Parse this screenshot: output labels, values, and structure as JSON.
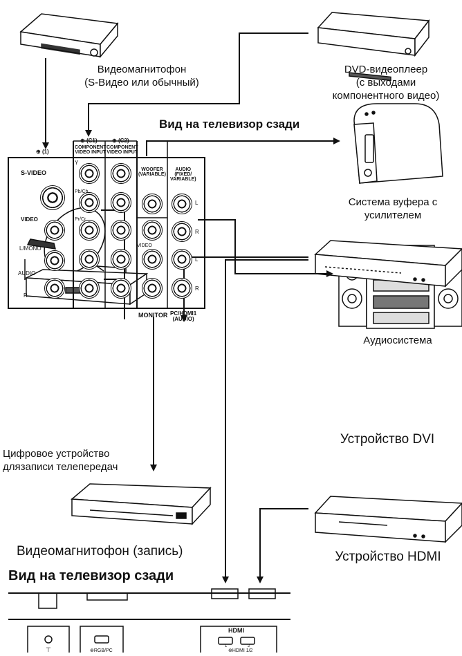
{
  "titles": {
    "rear_view_top": "Вид на телевизор сзади",
    "rear_view_bottom": "Вид на телевизор сзади"
  },
  "devices": {
    "vcr_top": {
      "line1": "Видеомагнитофон",
      "line2": "(S-Видео или обычный)"
    },
    "dvd": {
      "line1": "DVD-видеоплеер",
      "line2": "(с выходами",
      "line3": "компонентного видео)"
    },
    "woofer": {
      "line1": "Система вуфера с",
      "line2": "усилителем"
    },
    "audio": {
      "line1": "Аудиосистема"
    },
    "dvr": {
      "line1": "Цифровое устройство",
      "line2": "длязаписи телепередач"
    },
    "dvi": {
      "line1": "Устройство DVI"
    },
    "vcr_rec": {
      "line1": "Видеомагнитофон (запись)"
    },
    "hdmi": {
      "line1": "Устройство HDMI"
    }
  },
  "panel": {
    "input1": "(1)",
    "svideo": "S-VIDEO",
    "video": "VIDEO",
    "lmono": "L/MONO",
    "audio": "AUDIO",
    "r": "R",
    "c1": "(C1)",
    "c2": "(C2)",
    "component1": "COMPONENT\nVIDEO INPUT",
    "component2": "COMPONENT\nVIDEO INPUT",
    "y": "Y",
    "pb": "Pb/Cb",
    "pr": "Pr/Cr",
    "woofer": "WOOFER\n(VARIABLE)",
    "audio_out": "AUDIO\n(FIXED/\nVARIABLE)",
    "l": "L",
    "r2": "R",
    "l2": "L",
    "r3": "R",
    "video2": "VIDEO",
    "monitor": "MONITOR",
    "pchdmi": "PC/HDMI1\n(AUDIO)"
  },
  "bottom_panel": {
    "hdmi_logo": "HDMI",
    "rgbpc": "RGB/PC",
    "hdmi12": "HDMI 1/2",
    "n1": "1",
    "n2": "2"
  }
}
